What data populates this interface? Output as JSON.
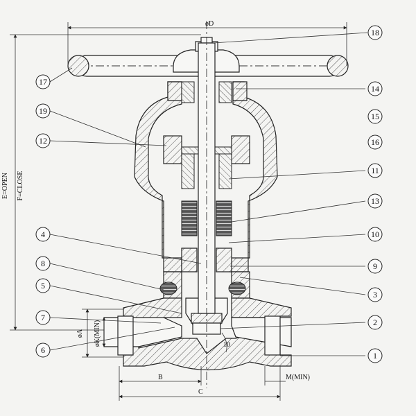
{
  "dimensions": {
    "D": "øD",
    "open_close": "E=OPEN",
    "close": "F=CLOSE",
    "A": "øA",
    "K": "øK(MIN)",
    "B": "B",
    "C": "C",
    "M": "M(MIN)",
    "angle": "10"
  },
  "callouts": {
    "c1": "1",
    "c2": "2",
    "c3": "3",
    "c4": "4",
    "c5": "5",
    "c6": "6",
    "c7": "7",
    "c8": "8",
    "c9": "9",
    "c10": "10",
    "c11": "11",
    "c12": "12",
    "c13": "13",
    "c14": "14",
    "c15": "15",
    "c16": "16",
    "c17": "17",
    "c18": "18",
    "c19": "19"
  }
}
